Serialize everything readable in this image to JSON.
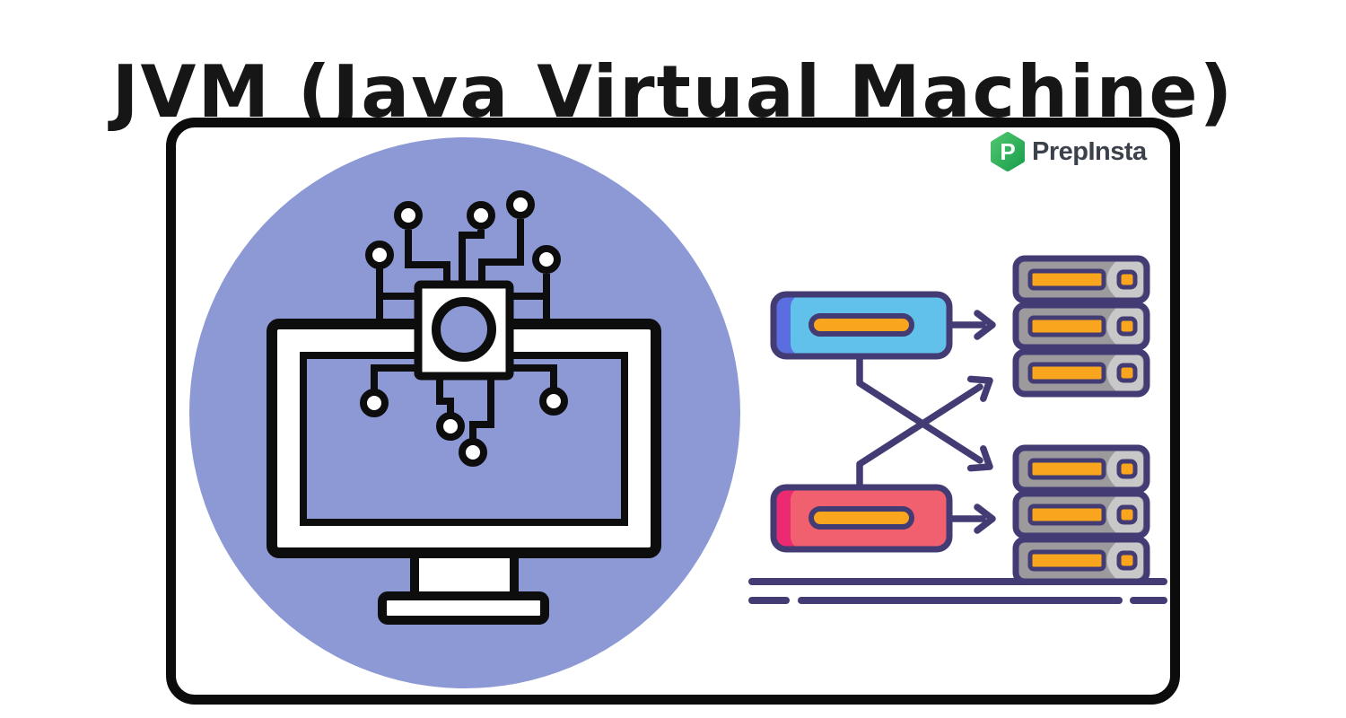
{
  "title": "JVM (Java Virtual Machine)",
  "brand": {
    "name": "PrepInsta",
    "logo_letter": "P",
    "logo_icon": "prepinsta-hexagon-p-icon",
    "logo_green_top": "#4ec46c",
    "logo_green_bottom": "#1ba04e",
    "logo_text_color": "#3c424b"
  },
  "illustration": {
    "description": "desktop monitor with CPU chip and circuit nodes inside purple circle",
    "circle_color": "#8d99d5",
    "line_color": "#0d0d0d",
    "top_circuit_nodes": 5,
    "screen_circuit_nodes": 4
  },
  "flow": {
    "description": "two source modules fan out across crossing arrows to two server stacks",
    "arrow_color": "#433c74",
    "sources": [
      {
        "id": "source-blue",
        "fill": "#61c1ea",
        "accent_strip": "#5b6ee0",
        "bar_color": "#f9a51d"
      },
      {
        "id": "source-red",
        "fill": "#f0606e",
        "accent_strip": "#ec2a72",
        "bar_color": "#f9a51d"
      }
    ],
    "server_stacks": [
      {
        "id": "stack-top",
        "units": 3,
        "body_color": "#9c9a9c",
        "highlight_color": "#c9c8c9",
        "slot_color": "#f9a51d"
      },
      {
        "id": "stack-bottom",
        "units": 3,
        "body_color": "#9c9a9c",
        "highlight_color": "#c9c8c9",
        "slot_color": "#f9a51d"
      }
    ],
    "ground_lines": {
      "solid": 1,
      "dashed_segments": 3
    }
  }
}
